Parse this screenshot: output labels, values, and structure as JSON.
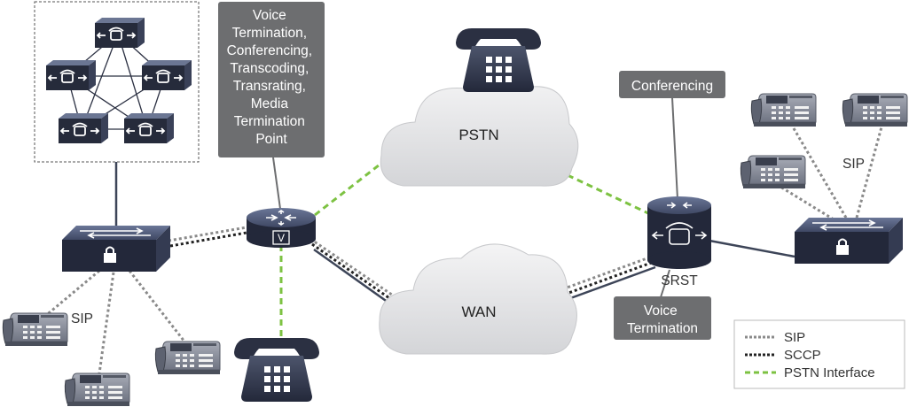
{
  "callouts": {
    "voice_router_lines": [
      "Voice",
      "Termination,",
      "Conferencing,",
      "Transcoding,",
      "Transrating,",
      "Media",
      "Termination",
      "Point"
    ],
    "conferencing": "Conferencing",
    "srst_voice_lines": [
      "Voice",
      "Termination"
    ]
  },
  "clouds": {
    "pstn": "PSTN",
    "wan": "WAN"
  },
  "labels": {
    "sip_left": "SIP",
    "sip_right": "SIP",
    "srst": "SRST",
    "router_badge": "V"
  },
  "legend": {
    "items": [
      {
        "label": "SIP",
        "style": "gray-dotted"
      },
      {
        "label": "SCCP",
        "style": "black-dotted"
      },
      {
        "label": "PSTN Interface",
        "style": "green-dashed"
      }
    ]
  },
  "colors": {
    "device_body": "#2b3042",
    "device_top": "#4f5a78",
    "callout_bg": "#6d6e70",
    "pstn_line": "#7dc242",
    "sip_line": "#8a8a8a",
    "sccp_line": "#222222",
    "solid_link": "#3d4558"
  }
}
